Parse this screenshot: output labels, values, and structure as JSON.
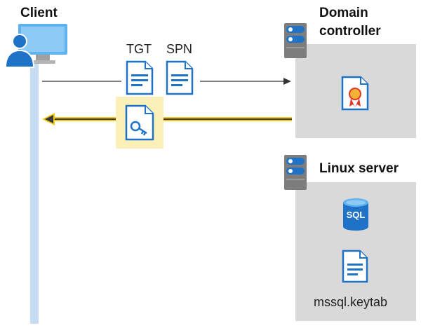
{
  "client": {
    "title": "Client",
    "icon": "client-workstation-icon"
  },
  "domain_controller": {
    "title_line1": "Domain",
    "title_line2": "controller",
    "icon": "server-icon",
    "content_icon": "certificate-icon"
  },
  "messages": {
    "request_labels": [
      "TGT",
      "SPN"
    ],
    "request_icons": [
      "document-icon",
      "document-icon"
    ],
    "response_icon": "key-document-icon",
    "response_highlight": "#fbf0b8"
  },
  "linux_server": {
    "title": "Linux server",
    "icon": "server-icon",
    "sql_icon": "sql-database-icon",
    "sql_label": "SQL",
    "keytab_icon": "document-icon",
    "keytab_label": "mssql.keytab"
  },
  "colors": {
    "blue": "#1e73c8",
    "light_blue": "#5fb2ee",
    "lifeline": "#c5dcf3",
    "panel": "#d9d9d9",
    "arrow_yellow": "#f2c811",
    "server_gray": "#7d7d7d"
  }
}
